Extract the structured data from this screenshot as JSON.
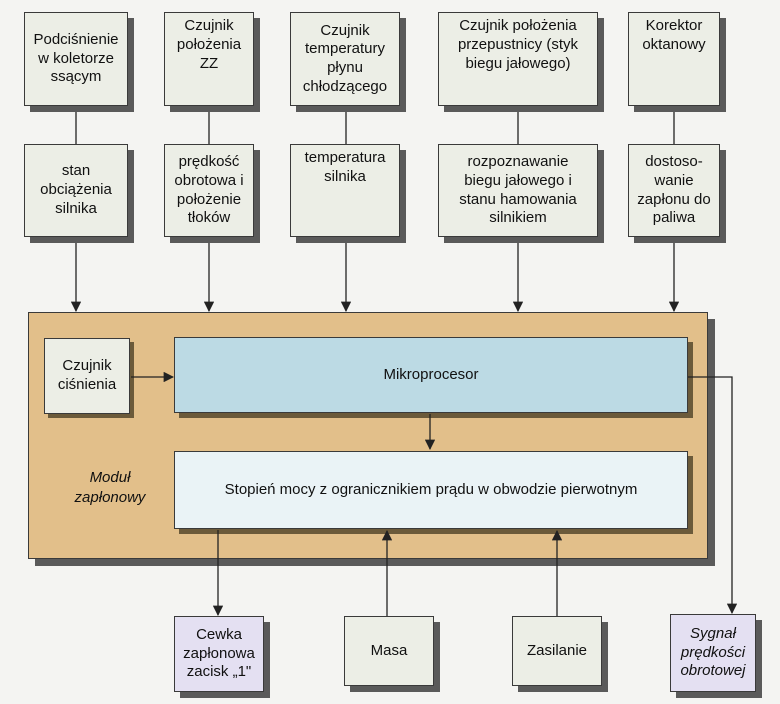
{
  "sensors": [
    {
      "id": "s1",
      "label": "Podciśnienie\nw koletorze\nssącym"
    },
    {
      "id": "s2",
      "label": "Czujnik\npołożenia\nZZ"
    },
    {
      "id": "s3",
      "label": "Czujnik\ntemperatury\npłynu\nchłodzącego"
    },
    {
      "id": "s4",
      "label": "Czujnik położenia\nprzepustnicy  (styk\nbiegu jałowego)"
    },
    {
      "id": "s5",
      "label": "Korektor\noktanowy"
    }
  ],
  "signals": [
    {
      "id": "g1",
      "label": "stan\nobciążenia\nsilnika"
    },
    {
      "id": "g2",
      "label": "prędkość\nobrotowa i\npołożenie\ntłoków"
    },
    {
      "id": "g3",
      "label": "temperatura\nsilnika"
    },
    {
      "id": "g4",
      "label": "rozpoznawanie\nbiegu jałowego i\nstanu hamowania\nsilnikiem"
    },
    {
      "id": "g5",
      "label": "dostoso-\nwanie\nzapłonu do\npaliwa"
    }
  ],
  "module": {
    "label": "Moduł\nzapłonowy",
    "pressure_sensor": "Czujnik\nciśnienia",
    "microprocessor": "Mikroprocesor",
    "power_stage": "Stopień mocy z ogranicznikiem prądu w obwodzie pierwotnym"
  },
  "outputs": {
    "coil": "Cewka\nzapłonowa\nzacisk „1\"",
    "ground": "Masa",
    "supply": "Zasilanie",
    "speed_signal": "Sygnał\nprędkości\nobrotowej"
  },
  "colors": {
    "box_fill": "#eceee6",
    "module_fill": "#e2bf8a",
    "microprocessor_fill": "#bcdae4",
    "power_stage_fill": "#eaf3f6",
    "output_purple": "#e4e0f2"
  }
}
